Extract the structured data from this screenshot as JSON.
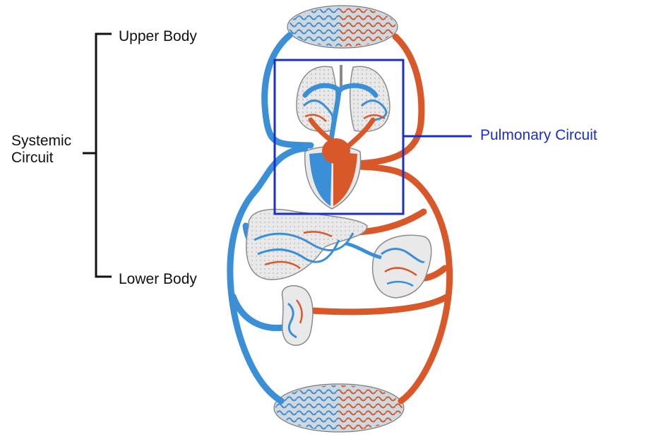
{
  "labels": {
    "upper_body": "Upper Body",
    "lower_body": "Lower Body",
    "systemic_line1": "Systemic",
    "systemic_line2": "Circuit",
    "pulmonary": "Pulmonary Circuit"
  },
  "colors": {
    "deoxygenated": "#3b8fd6",
    "oxygenated": "#d9582a",
    "highlight_box": "#1a2ecc",
    "organ_fill": "#e9e9e9",
    "organ_outline": "#8a8a8a",
    "bracket": "#111111",
    "label_text": "#111111"
  }
}
